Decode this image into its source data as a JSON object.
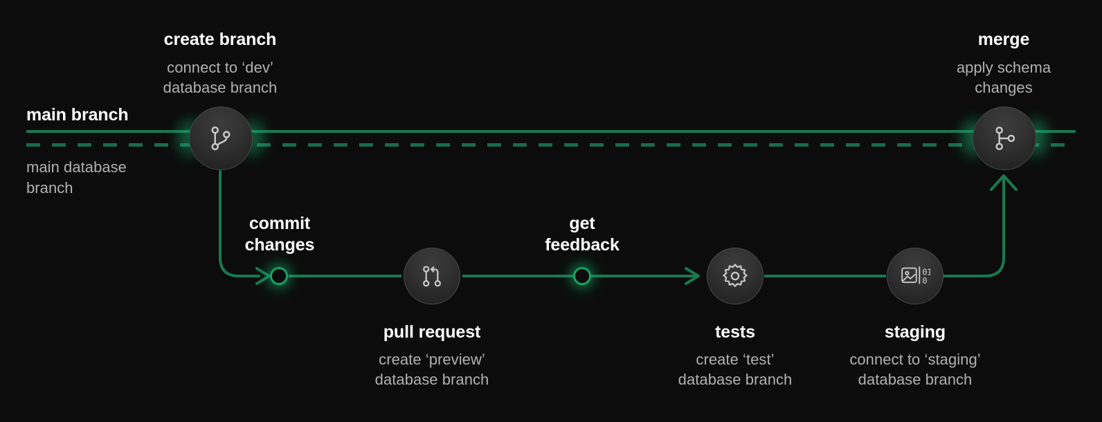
{
  "diagram": {
    "title_semantics": "git branch workflow with database branches",
    "background_color": "#0c0c0c",
    "accent_color": "#16a366",
    "line_color": "#18794e",
    "text_primary": "#ffffff",
    "text_secondary": "#b0b2b0"
  },
  "branch_lines": {
    "main_branch_label": "main branch",
    "main_database_label_line1": "main database",
    "main_database_label_line2": "branch"
  },
  "steps": [
    {
      "id": "create-branch",
      "label": "create branch",
      "sub_line1": "connect to ‘dev’",
      "sub_line2": "database branch",
      "icon": "git-branch-icon",
      "kind": "node"
    },
    {
      "id": "commit-changes",
      "label_line1": "commit",
      "label_line2": "changes",
      "icon": "green-ring-icon",
      "kind": "ring"
    },
    {
      "id": "pull-request",
      "label": "pull request",
      "sub_line1": "create ‘preview’",
      "sub_line2": "database branch",
      "icon": "git-pull-request-icon",
      "kind": "node"
    },
    {
      "id": "get-feedback",
      "label_line1": "get",
      "label_line2": "feedback",
      "icon": "green-ring-icon",
      "kind": "ring"
    },
    {
      "id": "tests",
      "label": "tests",
      "sub_line1": "create ‘test’",
      "sub_line2": "database branch",
      "icon": "gear-icon",
      "kind": "node"
    },
    {
      "id": "staging",
      "label": "staging",
      "sub_line1": "connect to ‘staging’",
      "sub_line2": "database branch",
      "icon": "image-binary-icon",
      "kind": "node"
    },
    {
      "id": "merge",
      "label": "merge",
      "sub_line1": "apply schema",
      "sub_line2": "changes",
      "icon": "git-merge-icon",
      "kind": "node"
    }
  ]
}
